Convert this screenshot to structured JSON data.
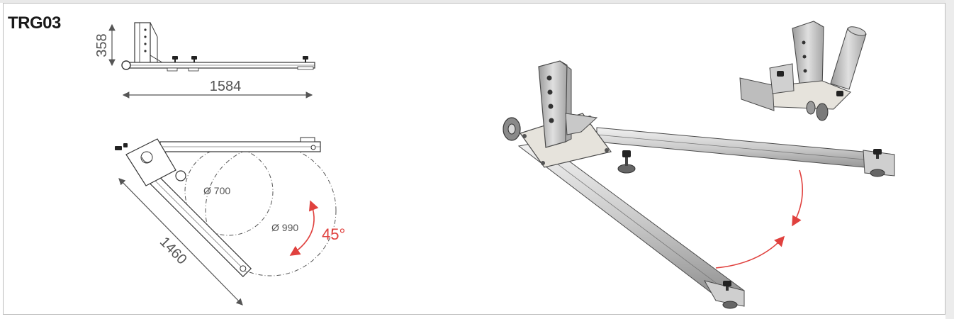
{
  "product_code": "TRG03",
  "side_view": {
    "height_dim": "358",
    "length_dim": "1584"
  },
  "top_view": {
    "leg_length_dim": "1460",
    "circle_small_label": "Ø 700",
    "circle_large_label": "Ø 990",
    "angle_label": "45°"
  },
  "colors": {
    "dimension_line": "#555555",
    "angle_accent": "#e0413e",
    "metal_light": "#d9d9d9",
    "metal_dark": "#8a8a8a",
    "plate": "#e6e3dc"
  }
}
